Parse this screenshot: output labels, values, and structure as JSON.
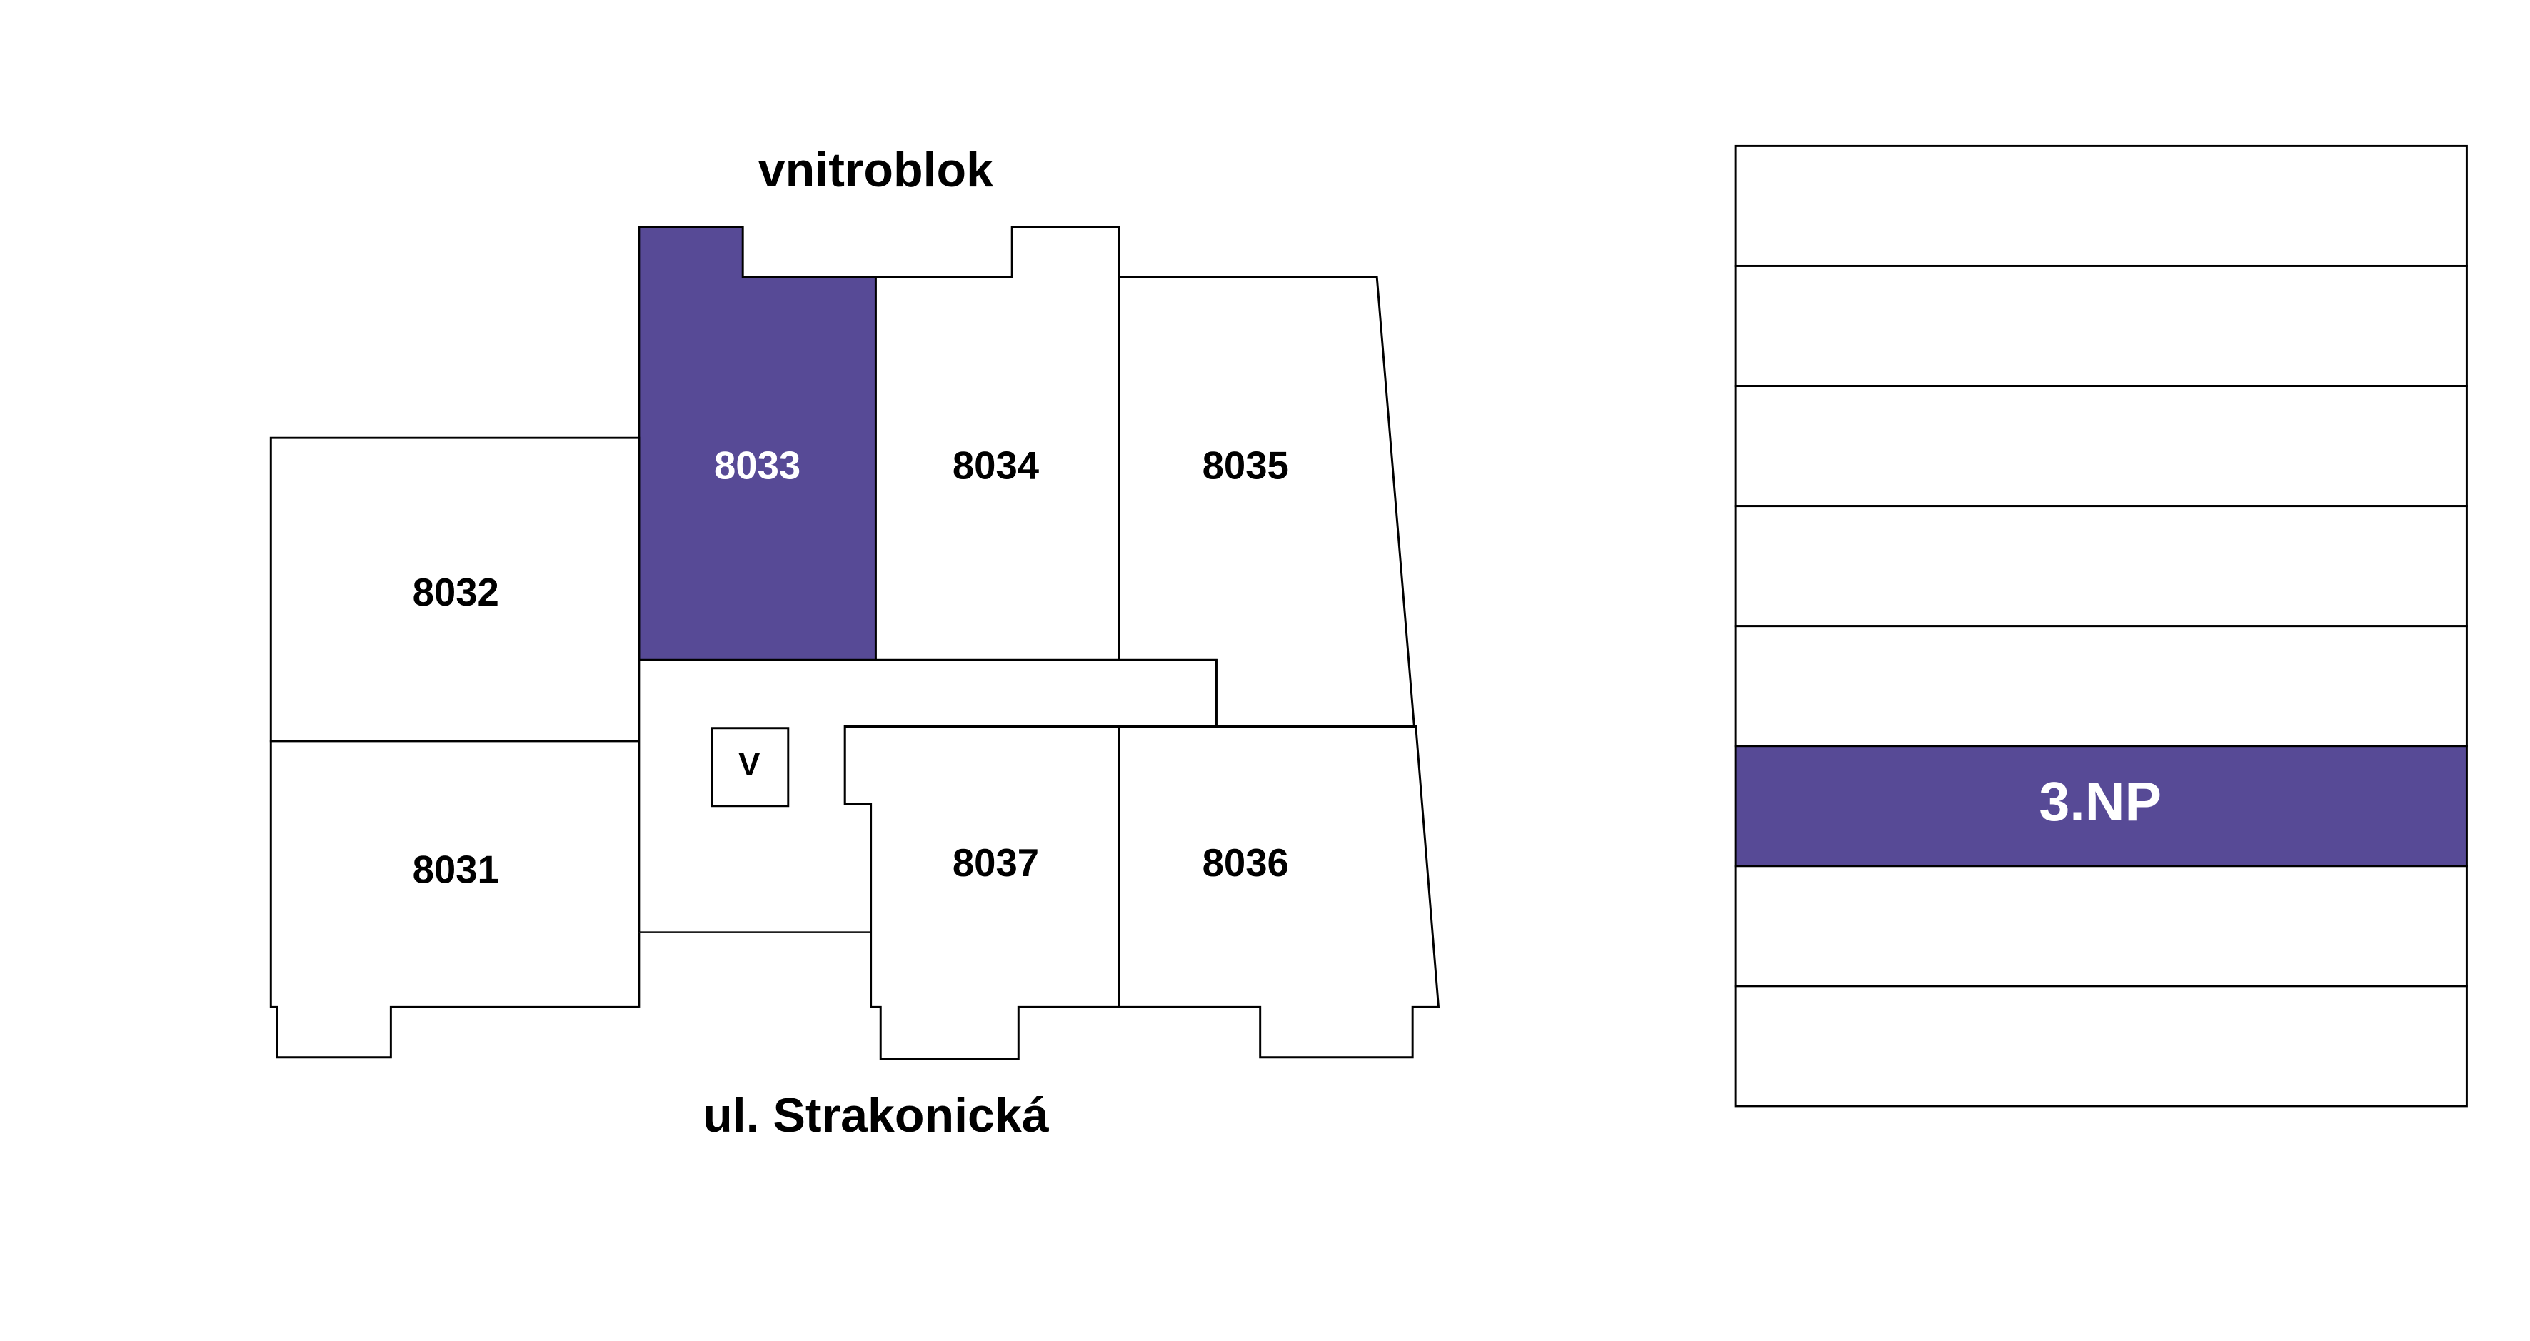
{
  "plan": {
    "top_label": "vnitroblok",
    "bottom_label": "ul. Strakonická",
    "rooms": [
      {
        "id": "8031"
      },
      {
        "id": "8032"
      },
      {
        "id": "8033",
        "selected": true
      },
      {
        "id": "8034"
      },
      {
        "id": "8035"
      },
      {
        "id": "8036"
      },
      {
        "id": "8037"
      }
    ],
    "elevator_label": "V",
    "selected_color": "#574a96"
  },
  "floors": {
    "selected_label": "3.NP",
    "count": 8,
    "selected_index": 5
  }
}
